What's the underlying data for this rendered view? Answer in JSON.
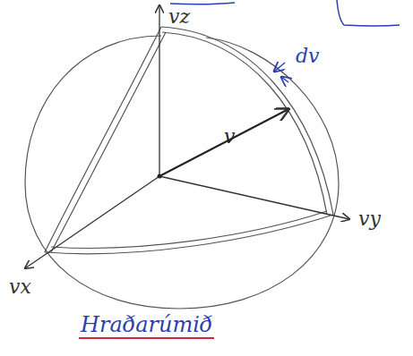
{
  "diagram": {
    "caption": "Hraðarúmið",
    "labels": [
      "vz",
      "vy",
      "vx",
      "v",
      "dv"
    ]
  }
}
